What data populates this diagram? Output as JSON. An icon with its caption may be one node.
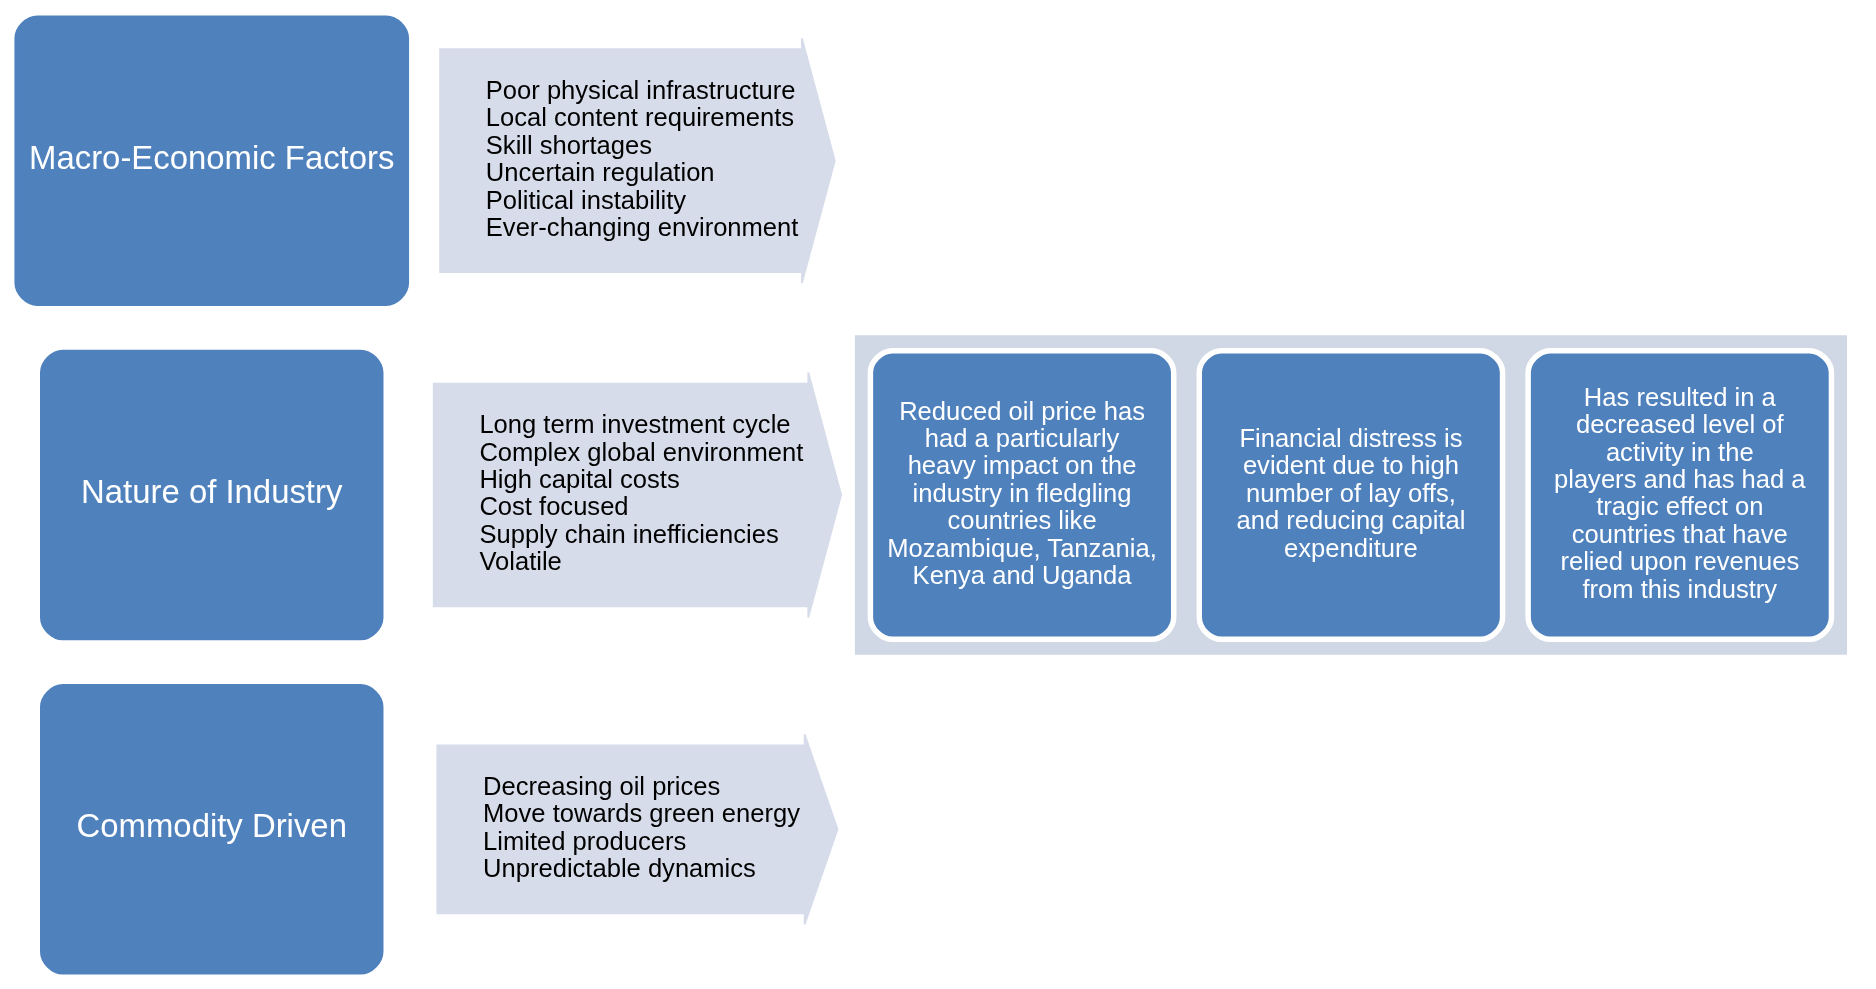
{
  "diagram": {
    "nodes": [
      {
        "text": [
          "Macro-Economic Factors"
        ]
      },
      {
        "text": [
          "Poor physical infrastructure",
          "Local content requirements",
          "Skill shortages",
          "Uncertain regulation",
          "Political instability",
          "Ever-changing environment"
        ]
      },
      {
        "text": [
          "Nature of Industry"
        ]
      },
      {
        "text": [
          "Long term investment cycle",
          "Complex global environment",
          "High capital costs",
          "Cost focused",
          "Supply chain inefficiencies",
          "Volatile"
        ]
      },
      {
        "text": [
          "Commodity Driven"
        ]
      },
      {
        "text": [
          "Decreasing oil prices",
          "Move towards green energy",
          "Limited producers",
          "Unpredictable dynamics"
        ]
      },
      {
        "text": [],
        "shape": "arrow"
      },
      {
        "text": [
          "Reduced oil price has had a particularly heavy impact on the industry in fledgling countries like Mozambique, Tanzania, Kenya and Uganda"
        ],
        "in": 6
      },
      {
        "text": [
          "Financial distress is evident due to high number of lay offs, and reducing capital expenditure"
        ],
        "in": 6
      },
      {
        "text": [
          "Has resulted in a decreased level of activity in the players and has had a tragic effect on countries that have relied upon revenues from this industry"
        ],
        "in": 6
      }
    ],
    "edges": []
  }
}
